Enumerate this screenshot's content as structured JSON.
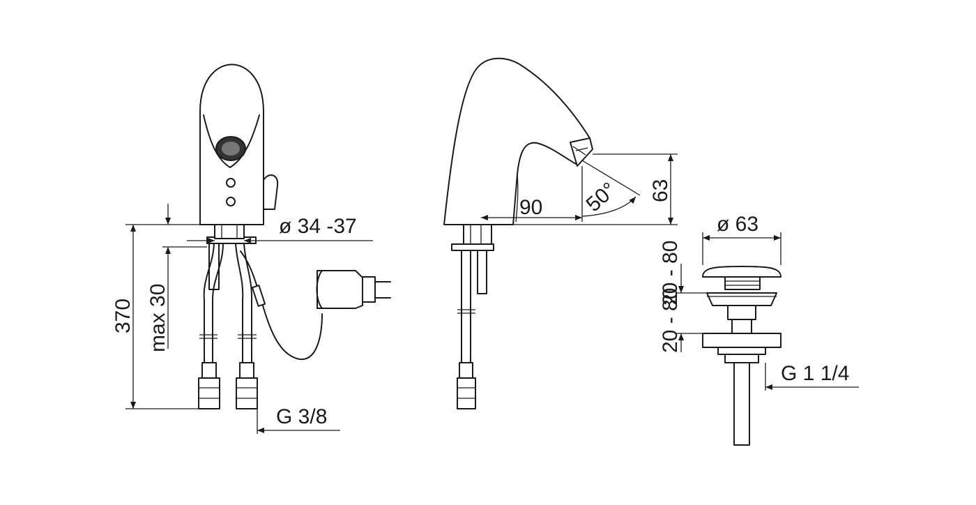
{
  "dimensions": {
    "connector_diameter": "ø 34 -37",
    "total_height": "370",
    "deck_thickness": "max 30",
    "hose_thread": "G 3/8",
    "spout_reach": "90",
    "spray_angle": "50°",
    "spout_height": "63",
    "waste_diameter": "ø 63",
    "waste_range_upper": "20 - 80",
    "waste_range_lower": "20 - 80",
    "waste_thread": "G 1 1/4"
  },
  "colors": {
    "line": "#1a1a1a",
    "background": "#ffffff"
  }
}
